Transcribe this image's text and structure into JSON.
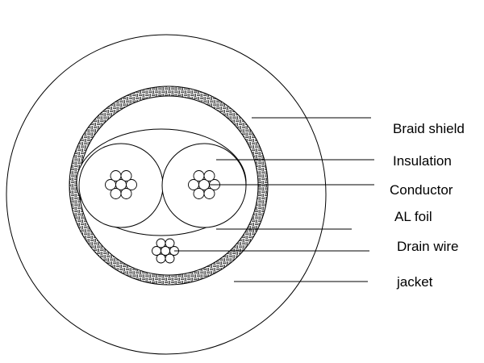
{
  "labels": {
    "braid_shield": "Braid shield",
    "insulation": "Insulation",
    "conductor": "Conductor",
    "al_foil": "AL foil",
    "drain_wire": "Drain wire",
    "jacket": "jacket"
  },
  "colors": {
    "line": "#000000",
    "background": "#ffffff"
  }
}
